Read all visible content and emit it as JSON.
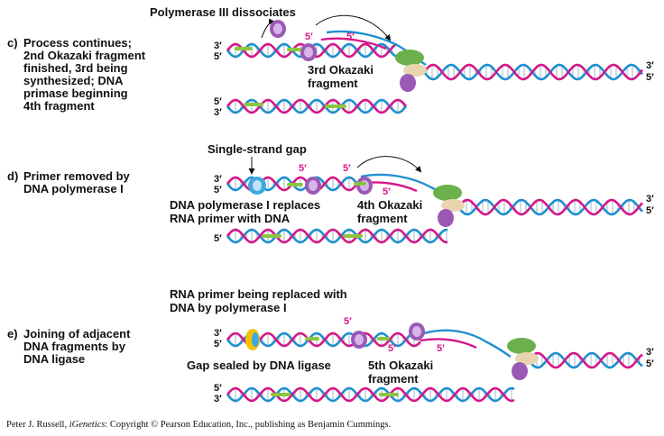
{
  "panels": [
    {
      "letter": "c)",
      "description": [
        "Process continues;",
        "2nd Okazaki fragment",
        "finished, 3rd being",
        "synthesized; DNA",
        "primase beginning",
        "4th fragment"
      ],
      "callouts": [
        "Polymerase III dissociates",
        "3rd Okazaki",
        "fragment"
      ]
    },
    {
      "letter": "d)",
      "description": [
        "Primer removed by",
        "DNA polymerase I"
      ],
      "callouts": [
        "Single-strand gap",
        "DNA polymerase I replaces",
        "RNA primer with DNA",
        "4th Okazaki",
        "fragment"
      ]
    },
    {
      "letter": "e)",
      "description": [
        "Joining of adjacent",
        "DNA fragments by",
        "DNA ligase"
      ],
      "callouts": [
        "RNA primer being replaced with",
        "DNA by polymerase I",
        "Gap sealed by DNA ligase",
        "5th Okazaki",
        "fragment"
      ]
    }
  ],
  "end_labels": {
    "three_prime": "3′",
    "five_prime": "5′"
  },
  "credit": {
    "author": "Peter J. Russell, ",
    "book": "iGenetics",
    "rest": ": Copyright © Pearson Education, Inc., publishing as Benjamin Cummings."
  },
  "colors": {
    "strand_blue": "#1e8fd0",
    "strand_pink": "#d4178a",
    "primer_green": "#8cc63f",
    "polymerase_iii": "#9b59b6",
    "polymerase_i": "#3fa9e0",
    "ligase": "#f2c200",
    "helicase": "#6ab04c",
    "primase": "#e8d5b0"
  }
}
